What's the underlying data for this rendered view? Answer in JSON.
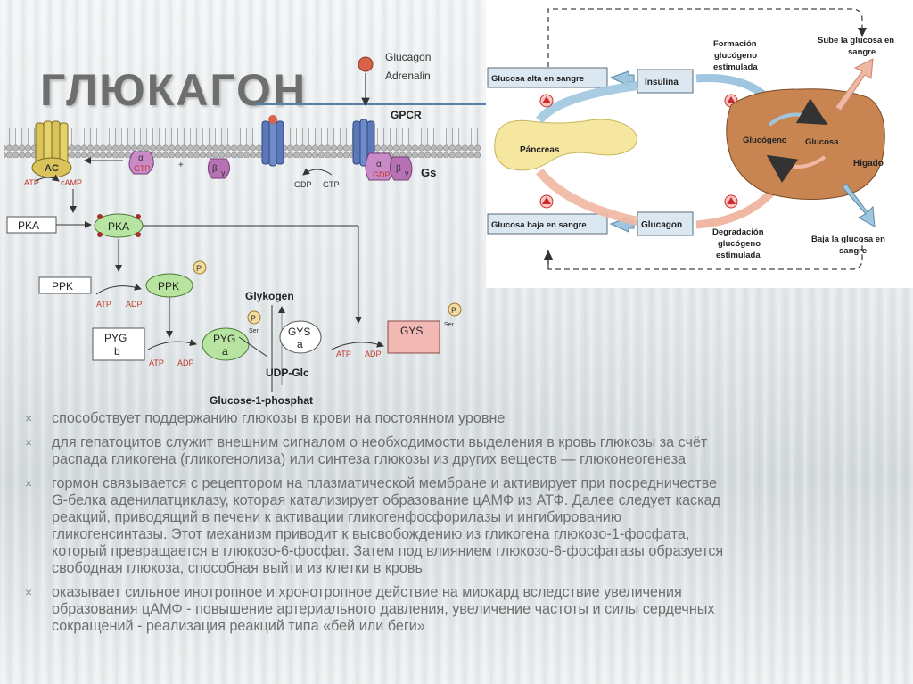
{
  "slide": {
    "title": "ГЛЮКАГОН"
  },
  "pathway_diagram": {
    "ligand_label_1": "Glucagon",
    "ligand_label_2": "Adrenalin",
    "receptor": "GPCR",
    "ac": "AC",
    "atp_1": "ATP",
    "camp": "cAMP",
    "alpha_1": "α",
    "gtp_1": "GTP",
    "plus": "+",
    "beta_1": "β",
    "gamma_1": "γ",
    "gdp_1": "GDP",
    "gtp_2": "GTP",
    "alpha_2": "α",
    "gdp_2": "GDP",
    "beta_2": "β",
    "gamma_2": "γ",
    "gs": "Gs",
    "pka_box": "PKA",
    "pka_active": "PKA",
    "ppk_box": "PPK",
    "ppk_active": "PPK",
    "p": "P",
    "atp_ppk": "ATP",
    "adp_ppk": "ADP",
    "glykogen": "Glykogen",
    "pyg_box_1": "PYG",
    "pyg_box_2": "b",
    "pyg_active_1": "PYG",
    "pyg_active_2": "a",
    "ser": "Ser",
    "atp_pyg": "ATP",
    "adp_pyg": "ADP",
    "gys_a_1": "GYS",
    "gys_a_2": "a",
    "udp_glc": "UDP-Glc",
    "atp_gys": "ATP",
    "adp_gys": "ADP",
    "gys_b": "GYS",
    "ser_2": "Ser",
    "glucose_1p": "Glucose-1-phosphat"
  },
  "regulation_diagram": {
    "high_glucose": "Glucosa alta en sangre",
    "low_glucose": "Glucosa baja en sangre",
    "insulin": "Insulina",
    "glucagon": "Glucagon",
    "pancreas": "Páncreas",
    "formation_1": "Formación",
    "formation_2": "glucógeno",
    "formation_3": "estimulada",
    "degradation_1": "Degradación",
    "degradation_2": "glucógeno",
    "degradation_3": "estimulada",
    "glycogen": "Glucógeno",
    "glucose": "Glucosa",
    "liver": "Higado",
    "rises_1": "Sube la glucosa en",
    "rises_2": "sangre",
    "falls_1": "Baja la glucosa en",
    "falls_2": "sangre"
  },
  "bullets": [
    {
      "lines": [
        "способствует поддержанию глюкозы в крови на постоянном уровне"
      ]
    },
    {
      "lines": [
        "для гепатоцитов служит внешним сигналом о необходимости выделения в кровь глюкозы за счёт",
        "распада гликогена (гликогенолиза) или синтеза глюкозы из других веществ — глюконеогенеза"
      ]
    },
    {
      "lines": [
        "гормон связывается с рецептором на плазматической мембране и активирует при посредничестве",
        "G-белка аденилатциклазу, которая катализирует образование цАМФ из АТФ. Далее следует каскад",
        "реакций, приводящий в печени к активации гликогенфосфорилазы и ингибированию",
        "гликогенсинтазы. Этот механизм приводит к высвобождению из гликогена глюкозо-1-фосфата,",
        "который превращается в глюкозо-6-фосфат. Затем под влиянием глюкозо-6-фосфатазы образуется",
        "свободная глюкоза, способная выйти из клетки в кровь"
      ]
    },
    {
      "lines": [
        "оказывает сильное инотропное и хронотропное действие на миокард вследствие увеличения",
        "образования цАМФ - повышение артериального давления, увеличение частоты и силы сердечных",
        "сокращений - реализация реакций типа «бей или беги»"
      ]
    }
  ],
  "bullet_marker": "×",
  "colors": {
    "title": "#6e6e6e",
    "title_rule": "#5a7fa3",
    "text": "#6f6f6f",
    "pka_green": "#b7e4a1",
    "gys_pink": "#f2b8b4",
    "ac_yellow": "#d9c35a",
    "receptor_blue": "#5b79b8",
    "galpha_purple": "#c98bc8",
    "liver_brown": "#c88552",
    "pancreas_yellow": "#f6e7a0",
    "arrow_blue": "#9fc6de",
    "arrow_salmon": "#f0b7a2",
    "marker_red": "#cf2b2b"
  }
}
